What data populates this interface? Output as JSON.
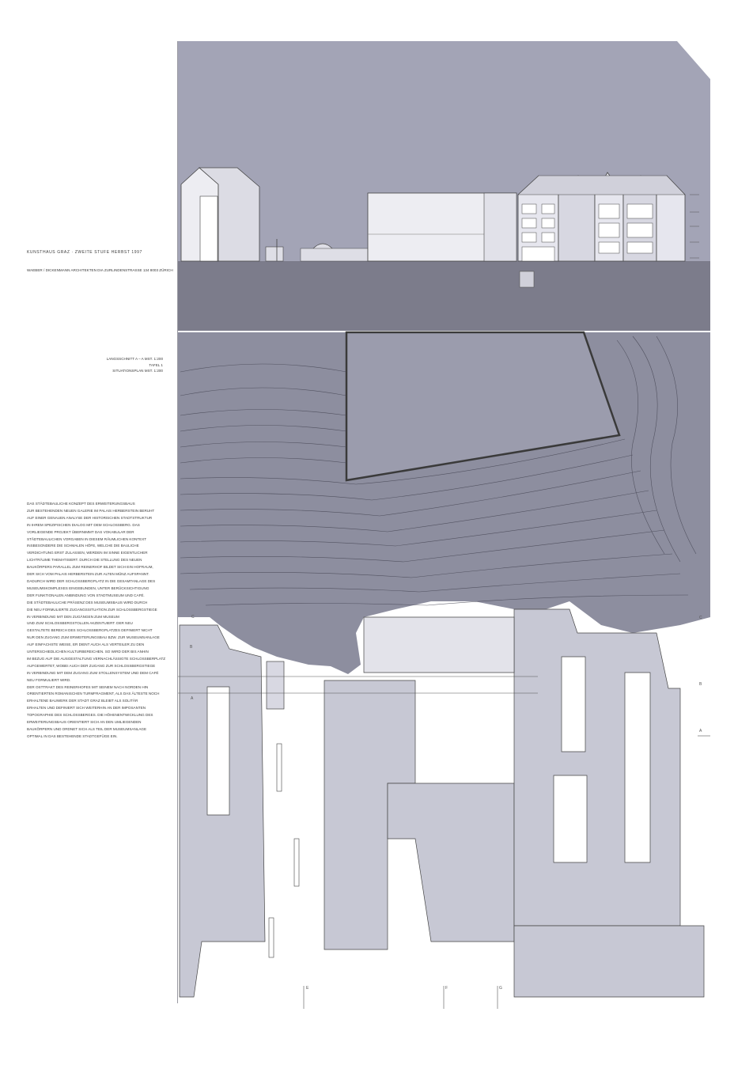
{
  "header": {
    "title": "KUNSTHAUS GRAZ · ZWEITE STUFE HERBST 1997",
    "address": "WAEBER / DICKENMANN ARCHITEKTEN DIA ZURLINDENSTRASSE 134 8003 ZÜRICH"
  },
  "legend": {
    "section": "LANGSSCHNITT A – A  MST. 1:200",
    "plate": "TAFEL 1",
    "siteplan": "SITUATIONSPLAN MST. 1:200"
  },
  "concept_lines": [
    "DAS STÄDTEBAULICHE KONZEPT DES ERWEITERUNGSBAUS",
    "ZUR BESTEHENDEN NEUEN GALERIE IM PALAIS HERBERSTEIN BERUHT",
    "AUF EINER GENAUEN ANALYSE DER HISTORISCHEN STADTSTRUKTUR",
    "IN IHREM SPEZIFISCHEN DIALOG MIT DEM SCHLOSSBERG. DAS",
    "VORLIEGENDE PROJEKT ÜBERNIMMT DAS VOKABULAR DER",
    "STÄDTEBAULICHEN VORGABEN IN DIESEM RÄUMLICHEN KONTEXT",
    "INSBESONDERE DIE SCHMALEN HÖFE, WELCHE DIE BAULICHE",
    "VERDICHTUNG ERST ZULASSEN, WERDEN IM SINNE EIGENTLICHER",
    "LICHTRÄUME THEMATISIERT. DURCH DIE STELLUNG DES NEUEN",
    "BAUKÖRPERS PARALLEL ZUM REINERHOF BILDET SICH EIN HOFRAUM,",
    "DER SICH VOM PALAIS HERBERSTEIN ZUR ALTEN MÜNZ AUFSPANNT.",
    "DADURCH WIRD DER SCHLOSSBERGPLATZ IN DIE GESAMTANLAGE DES",
    "MUSEUMSKOMPLEXES EINGEBUNDEN, UNTER BERÜCKSICHTIGUNG",
    "DER FUNKTIONALEN ANBINDUNG VON STADTMUSEUM UND CAFÉ.",
    "DIE STÄDTEBAULICHE PRÄSENZ DES MUSEUMSBAUS WIRD DURCH",
    "DIE NEU FORMULIERTE ZUGANGSSITUATION ZUR SCHLOSSBERGSTIEGE",
    "IN VERBINDUNG MIT DEN ZUGÄNGEN ZUM MUSEUM",
    "UND ZUM SCHLOSSBERGSTOLLEN AKZENTUIERT. DER NEU",
    "GESTALTETE BEREICH DES SCHLOSSBERGPLATZES DEFINIERT NICHT",
    "NUR DEN ZUGANG ZUM ERWEITERUNGSBAU BZW. ZUR MUSEUMSANLAGE",
    "AUF EINFACHSTE WEISE, ER DIENT AUCH ALS VERTEILER ZU DEN",
    "UNTERSCHIEDLICHEN KULTURBEREICHEN. SO WIRD DER BIS ANHIN",
    "IM BEZUG AUF DIE AUSGESTALTUNG VERNACHLÄSSIGTE SCHLOSSBERPLATZ",
    "AUFGEWERTET, WOBEI AUCH DER ZUGANG ZUR SCHLOSSBERGSTIEGE",
    "IN VERBINDUNG MIT DEM ZUGANG ZUM STOLLENSYSTEM UND DEM CAFÉ",
    "NEU FORMULIERT WIRD.",
    "DER OSTTRAKT DES REINERHOFES MIT SEINEM NACH NORDEN HIN",
    "ORIENTIERTEN ROMANISCHEN TURMFRAGMENT, ALS DAS ÄLTESTE NOCH",
    "ERHALTENE BAUWERK DER STADT GRAZ BLEIBT ALS SOLITÄR",
    "ERHALTEN UND DEFINIERT SICH WEITERHIN AN DER IMPOSANTEN",
    "TOPOGRAPHIE DES SCHLOSSBERGES. DIE HÖHENENTWICKLUNG DES",
    "ERWEITERUNGSBAUS ORIENTIERT SICH AN DEN UMLIEGENDEN",
    "BAUKÖRPERN UND ORDNET SICH ALS TEIL DER MUSEUMSANLAGE",
    "OPTIMAL IN DAS BESTEHENDE STADTGEFÜGE EIN."
  ],
  "section_markers": {
    "left_c": "C",
    "left_b": "B",
    "left_a": "A",
    "right_c": "C",
    "right_b": "B",
    "right_a": "A",
    "bottom_e": "E",
    "bottom_f": "F",
    "bottom_g": "G"
  },
  "colors": {
    "sky": "#a3a4b6",
    "ground": "#7c7c8b",
    "hill": "#8d8e9f",
    "building": "#bfc0ce",
    "paper": "#ffffff"
  }
}
